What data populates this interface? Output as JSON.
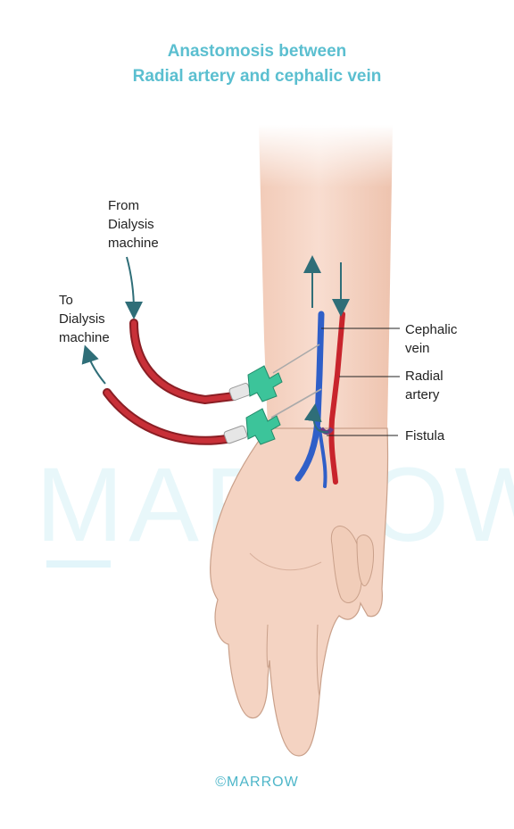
{
  "title": {
    "line1": "Anastomosis between",
    "line2": "Radial artery and cephalic vein"
  },
  "labels": {
    "from_dialysis": [
      "From",
      "Dialysis",
      "machine"
    ],
    "to_dialysis": [
      "To",
      "Dialysis",
      "machine"
    ],
    "cephalic_vein": [
      "Cephalic",
      "vein"
    ],
    "radial_artery": [
      "Radial",
      "artery"
    ],
    "fistula": "Fistula"
  },
  "watermark": "MARROW",
  "footer": "©MARROW",
  "colors": {
    "title": "#5bbfd0",
    "artery": "#c8242c",
    "vein": "#2f5fc8",
    "tube_blood": "#b3242c",
    "connector": "#3cc49a",
    "arrow": "#2f6e78",
    "skin": "#f4d3c2"
  }
}
